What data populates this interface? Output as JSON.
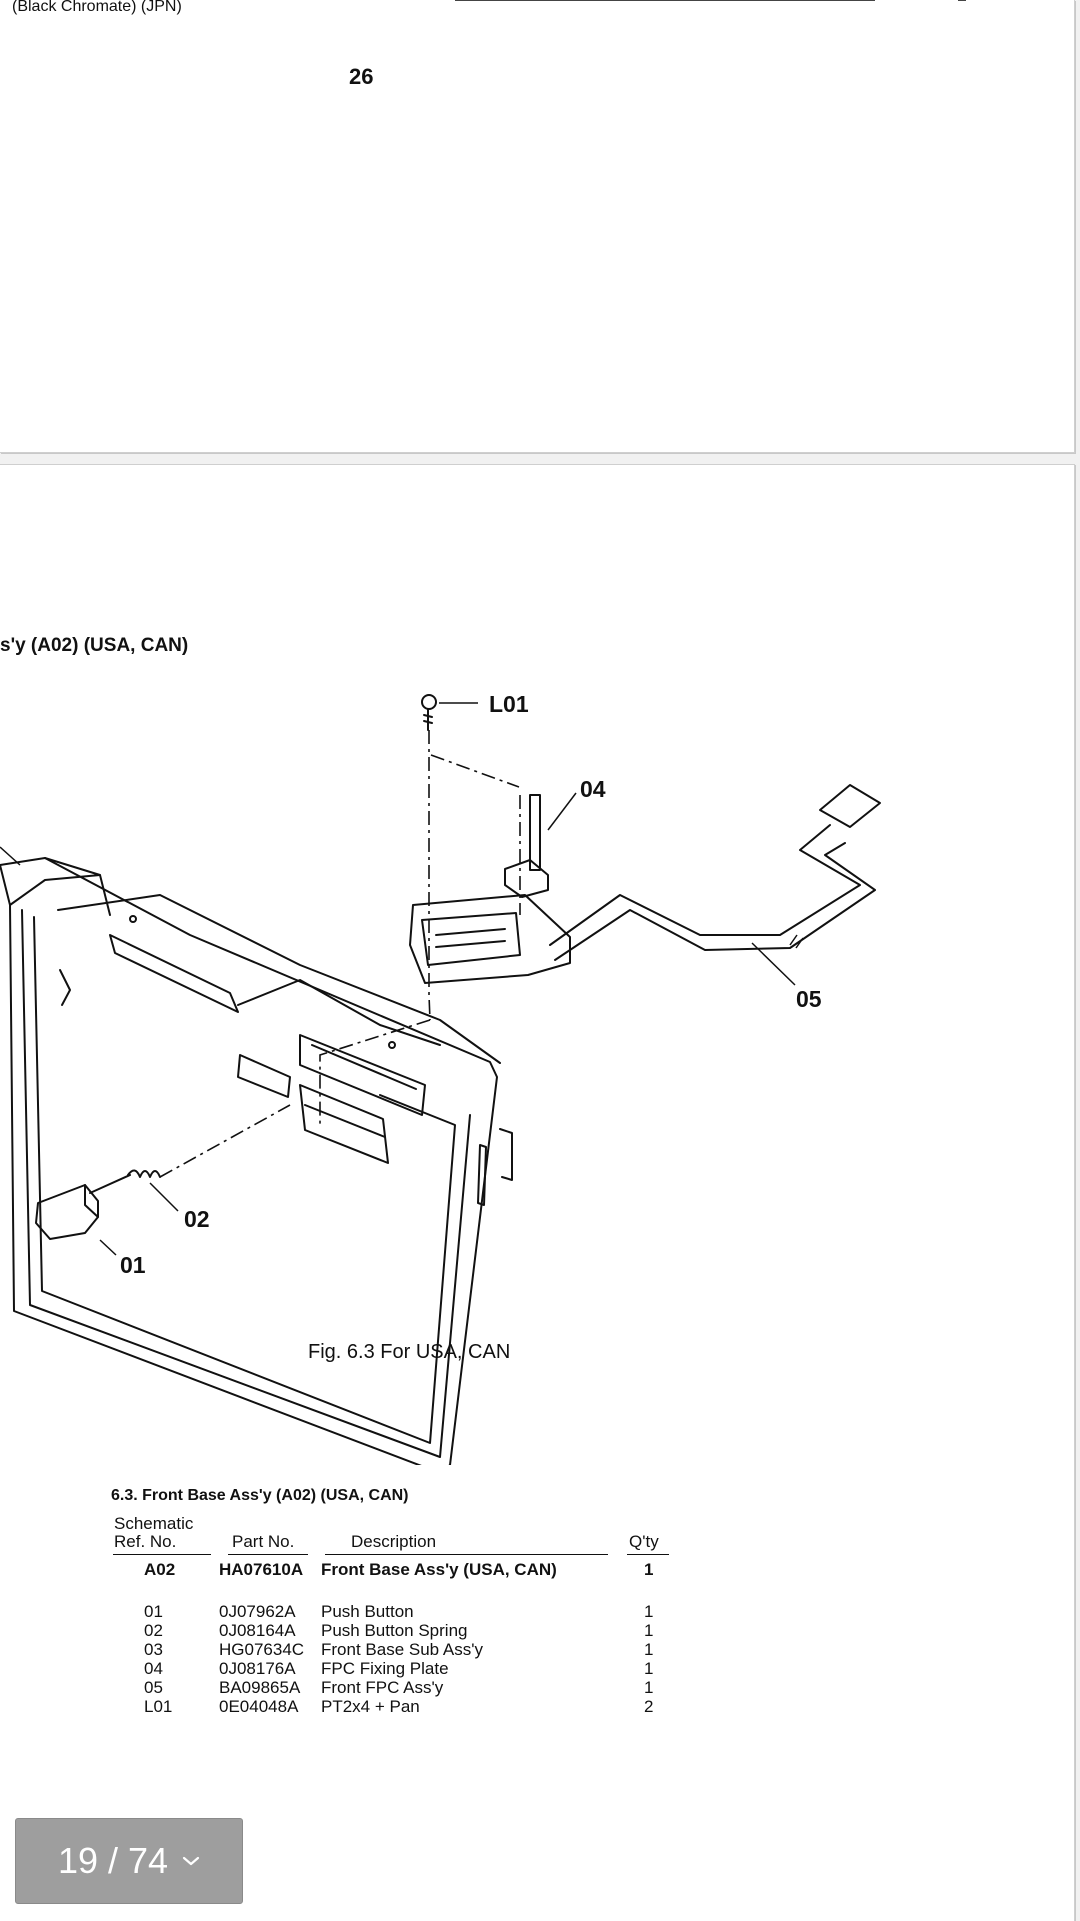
{
  "top_page": {
    "left_text": "(Black Chromate) (JPN)",
    "page_number": "26"
  },
  "main_page": {
    "section_heading": "s'y (A02) (USA, CAN)",
    "figure": {
      "callouts": [
        "L01",
        "04",
        "05",
        "02",
        "01"
      ],
      "caption": "Fig. 6.3  For USA, CAN"
    },
    "table": {
      "title": "6.3. Front Base Ass'y (A02) (USA, CAN)",
      "headers": {
        "ref_line1": "Schematic",
        "ref_line2": "Ref. No.",
        "part": "Part No.",
        "desc": "Description",
        "qty": "Q'ty"
      },
      "assembly": {
        "ref": "A02",
        "part": "HA07610A",
        "desc": "Front Base Ass'y (USA, CAN)",
        "qty": "1"
      },
      "rows": [
        {
          "ref": "01",
          "part": "0J07962A",
          "desc": "Push Button",
          "qty": "1"
        },
        {
          "ref": "02",
          "part": "0J08164A",
          "desc": "Push Button Spring",
          "qty": "1"
        },
        {
          "ref": "03",
          "part": "HG07634C",
          "desc": "Front Base Sub Ass'y",
          "qty": "1"
        },
        {
          "ref": "04",
          "part": "0J08176A",
          "desc": "FPC Fixing Plate",
          "qty": "1"
        },
        {
          "ref": "05",
          "part": "BA09865A",
          "desc": "Front FPC Ass'y",
          "qty": "1"
        },
        {
          "ref": "L01",
          "part": "0E04048A",
          "desc": "PT2x4 + Pan",
          "qty": "2"
        }
      ]
    }
  },
  "pager": {
    "label": "19 / 74",
    "icon": "chevron-down-icon"
  }
}
